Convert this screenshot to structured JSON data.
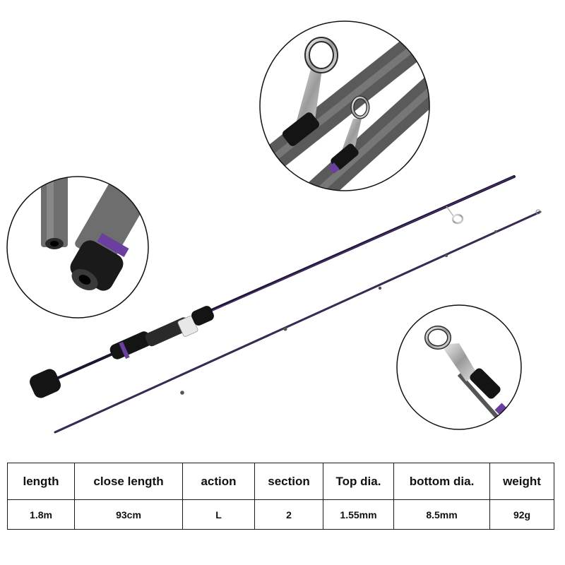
{
  "specs": {
    "headers": [
      "length",
      "close length",
      "action",
      "section",
      "Top dia.",
      "bottom dia.",
      "weight"
    ],
    "values": [
      "1.8m",
      "93cm",
      "L",
      "2",
      "1.55mm",
      "8.5mm",
      "92g"
    ]
  },
  "colors": {
    "blank": "#1c1530",
    "accent_purple": "#6a3fa0",
    "grip_foam": "#141414",
    "reel_seat": "#2a2a2a",
    "guide_metal": "#c8c8c8",
    "table_border": "#1a1a1a"
  },
  "visuals": {
    "product": "two-piece spinning fishing rod",
    "detail_circles": [
      "tip-and-guide-detail",
      "ferrule-joint-detail",
      "single-guide-detail"
    ]
  }
}
